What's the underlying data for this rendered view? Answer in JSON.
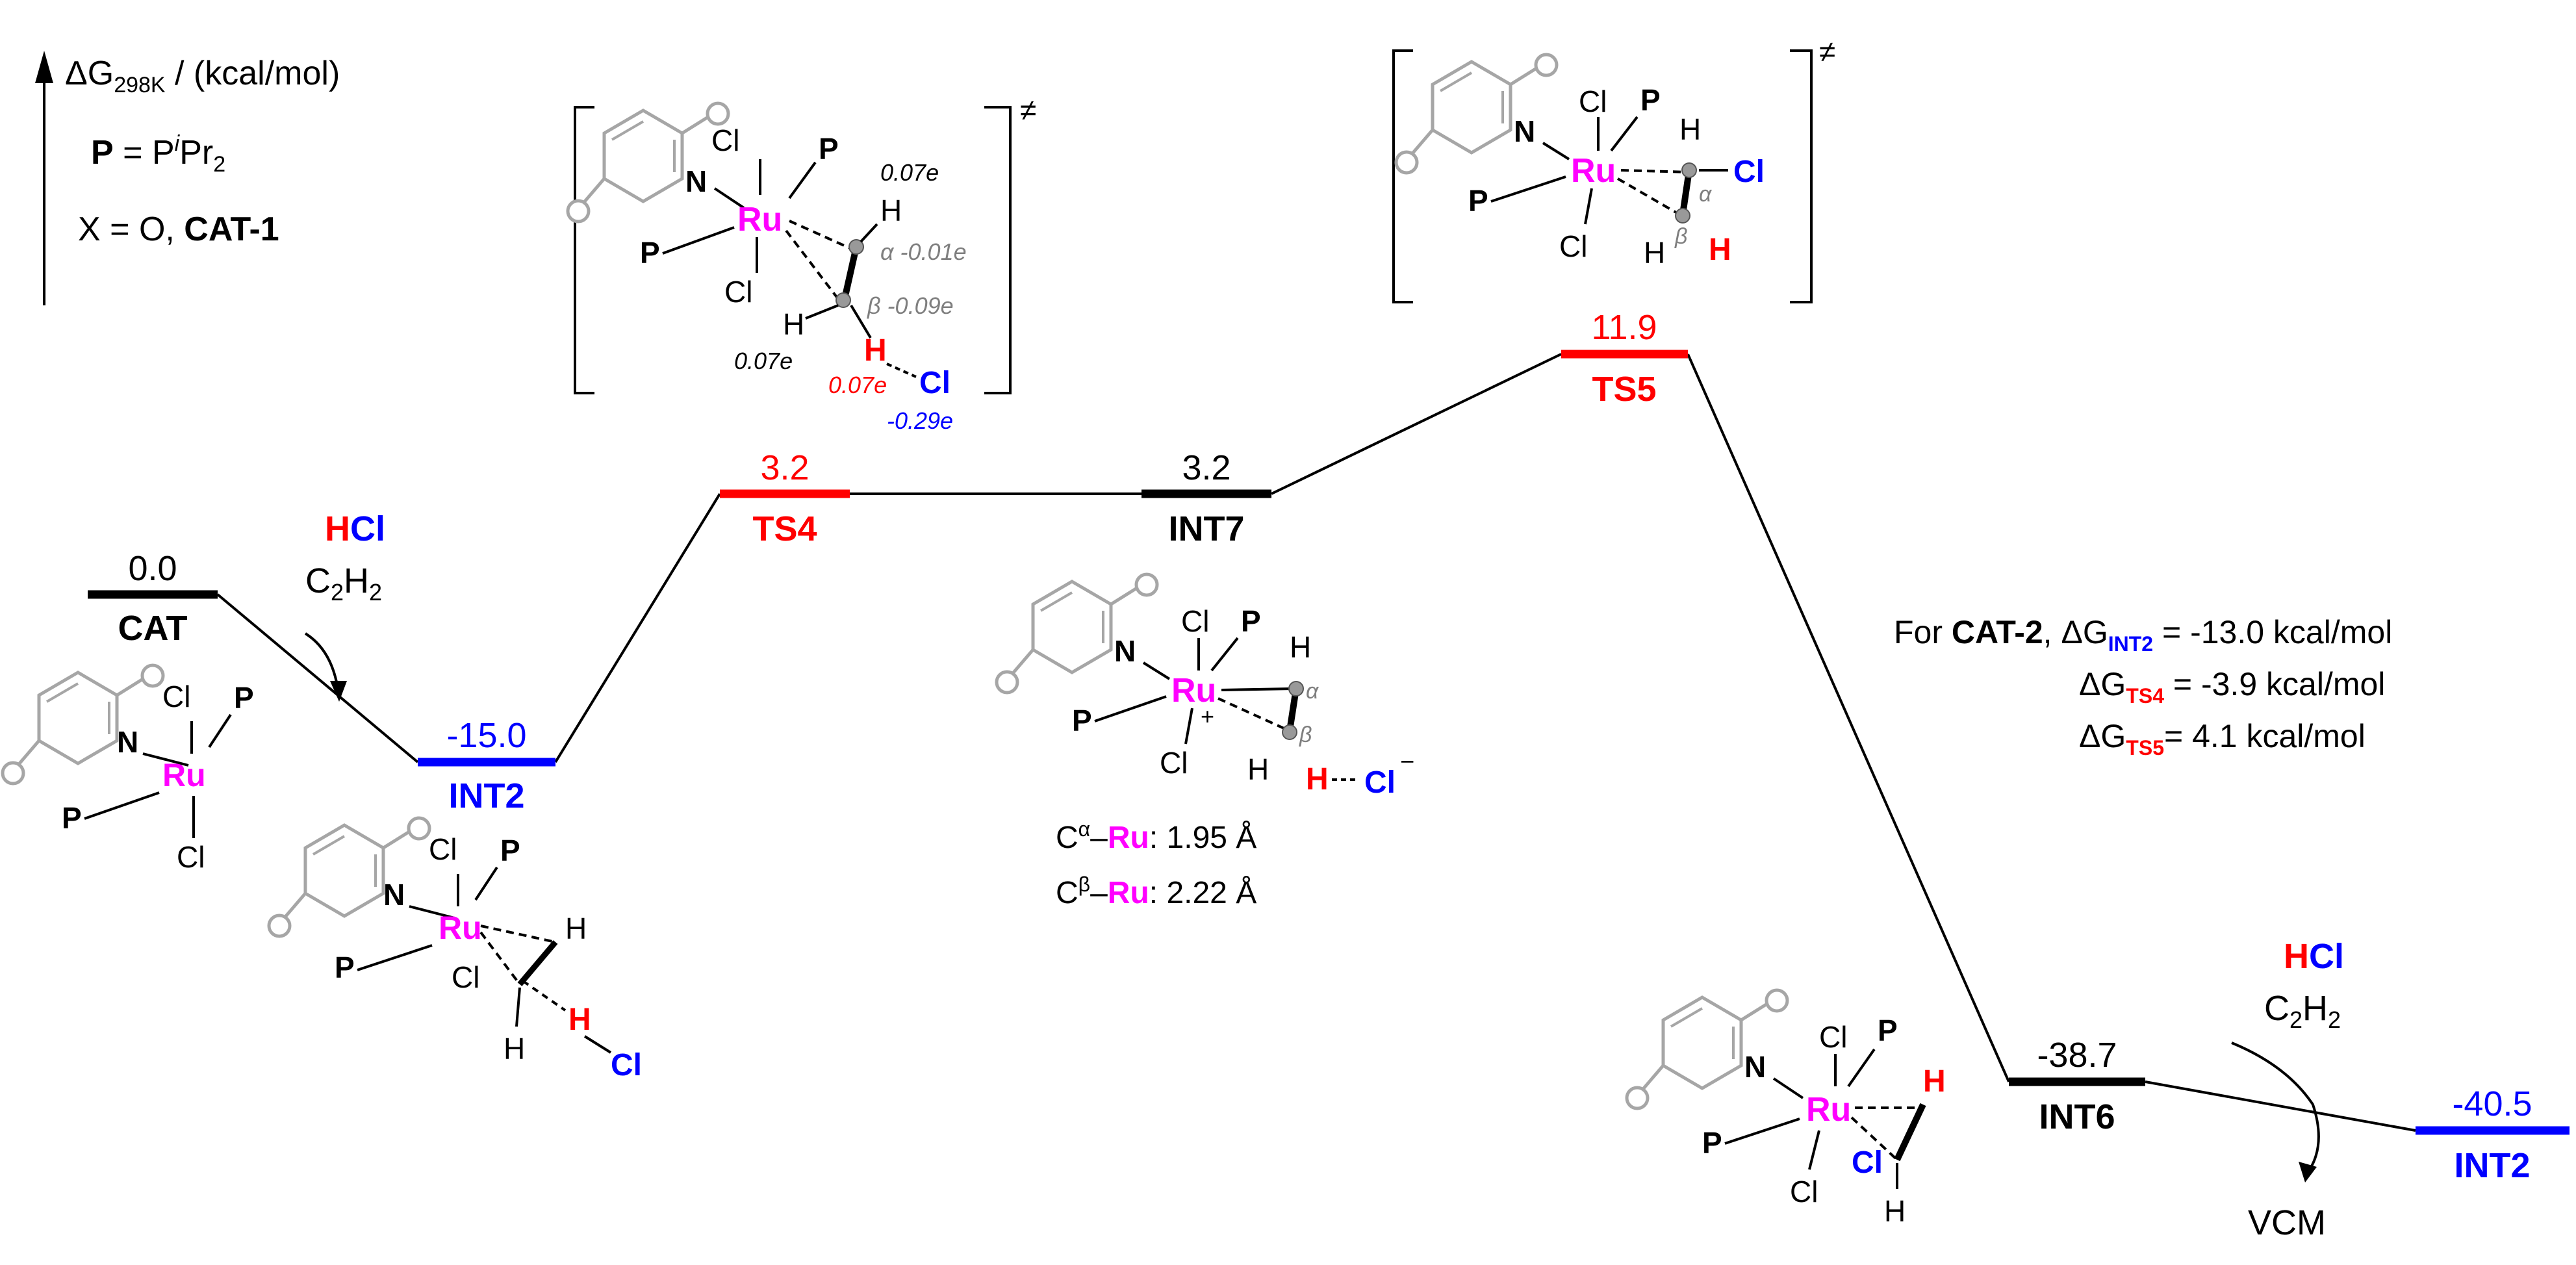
{
  "colors": {
    "black": "#000000",
    "red": "#ff0000",
    "blue": "#0000ff",
    "magenta": "#ff00ff",
    "gray": "#a6a6a6",
    "dark_gray": "#7f7f7f"
  },
  "header": {
    "axis_delta": "ΔG",
    "axis_sub": "298K",
    "axis_unit": " / (kcal/mol)",
    "p_bold": "P",
    "p_eq": " = P",
    "p_sup": "i",
    "p_pr": "Pr",
    "p_sub": "2",
    "x_line": "X = O, ",
    "x_cat": "CAT-1"
  },
  "states": {
    "cat": {
      "value": "0.0",
      "label": "CAT"
    },
    "int2": {
      "value": "-15.0",
      "label": "INT2"
    },
    "ts4": {
      "value": "3.2",
      "label": "TS4"
    },
    "int7": {
      "value": "3.2",
      "label": "INT7"
    },
    "ts5": {
      "value": "11.9",
      "label": "TS5"
    },
    "int6": {
      "value": "-38.7",
      "label": "INT6"
    },
    "int2b": {
      "value": "-40.5",
      "label": "INT2"
    }
  },
  "reagents": {
    "hcl_h": "H",
    "hcl_cl": "Cl",
    "c2h2_c": "C",
    "c2h2_2a": "2",
    "c2h2_h": "H",
    "c2h2_2b": "2",
    "vcm": "VCM"
  },
  "atoms": {
    "cl": "Cl",
    "p": "P",
    "n": "N",
    "ru": "Ru",
    "h": "H",
    "plus": "+",
    "minus": "−",
    "alpha": "α",
    "beta": "β",
    "ts_mark": "≠"
  },
  "charges": {
    "h_top": "0.07e",
    "c_alpha": "α -0.01e",
    "c_beta": "β -0.09e",
    "h_left": "0.07e",
    "h_red": "0.07e",
    "cl_blue": "-0.29e"
  },
  "bonds": {
    "ca_prefix": "C",
    "ca_sup": "α",
    "ca_dash": "–",
    "ca_ru": "Ru",
    "ca_val": ": 1.95 Å",
    "cb_prefix": "C",
    "cb_sup": "β",
    "cb_dash": "–",
    "cb_ru": "Ru",
    "cb_val": ": 2.22 Å"
  },
  "cat2": {
    "for": "For ",
    "cat": "CAT-2",
    "comma": ", ",
    "dg": "ΔG",
    "int2_sub": "INT2",
    "int2_val": " = -13.0 kcal/mol",
    "ts4_sub": "TS4",
    "ts4_val": " = -3.9 kcal/mol",
    "ts5_sub": "TS5",
    "ts5_val": "= 4.1 kcal/mol"
  }
}
